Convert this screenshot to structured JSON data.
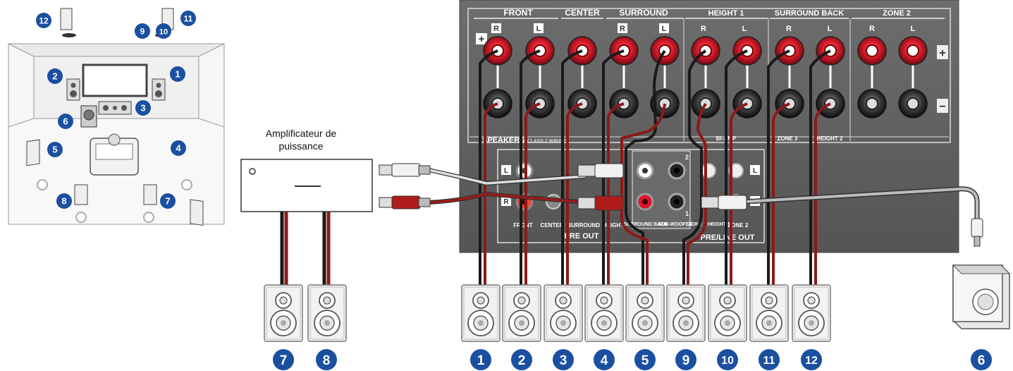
{
  "amplifier": {
    "label_line1": "Amplificateur de",
    "label_line2": "puissance"
  },
  "panel": {
    "groups": [
      {
        "name": "FRONT"
      },
      {
        "name": "CENTER"
      },
      {
        "name": "SURROUND"
      },
      {
        "name": "HEIGHT 1"
      },
      {
        "name": "SURROUND BACK"
      },
      {
        "name": "ZONE 2"
      }
    ],
    "terminal_labels": [
      "R",
      "L",
      "R",
      "L",
      "R",
      "L",
      "R",
      "L",
      "R",
      "L"
    ],
    "plus_sign": "+",
    "minus_sign": "−",
    "lower_labels": [
      "SPEAKERS",
      "CLASS 2 WIRING",
      "BI-AMP",
      "ZONE 3",
      "HEIGHT 2"
    ],
    "preout_labels": [
      "FRONT",
      "CENTER",
      "SURROUND",
      "HEIGHT",
      "SURROUND BACK",
      "SUB-WOOFER",
      "ZONE 3 HEIGHT 1",
      "ZONE 2"
    ],
    "preout_titles": [
      "PRE OUT",
      "PRE/LINE OUT"
    ],
    "jack_side_labels": [
      "L",
      "R",
      "L",
      "R"
    ],
    "sub_numbers": [
      "2",
      "1"
    ]
  },
  "room_badges": [
    "12",
    "9",
    "10",
    "11",
    "2",
    "1",
    "3",
    "6",
    "5",
    "4",
    "8",
    "7"
  ],
  "bottom_badges": [
    "7",
    "8",
    "1",
    "2",
    "3",
    "4",
    "5",
    "9",
    "10",
    "11",
    "12",
    "6"
  ],
  "colors": {
    "panel_bg": "#5f5f5f",
    "badge_blue": "#1b4fa0",
    "terminal_red": "#c8102e",
    "cable_red": "#8b1a1a",
    "cable_black": "#1a1a1a"
  }
}
